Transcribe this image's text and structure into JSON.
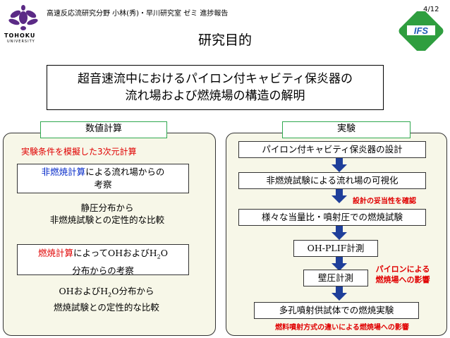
{
  "header": {
    "lab": "高速反応流研究分野 小林(秀)・早川研究室 ゼミ 進捗報告",
    "page": "4/12",
    "university": "TOHOKU",
    "university_sub": "UNIVERSITY",
    "ifs_logo": "IFS"
  },
  "title": "研究目的",
  "purpose": {
    "line1": "超音速流中におけるパイロン付キャビティ保炎器の",
    "line2": "流れ場および燃焼場の構造の解明"
  },
  "numerical": {
    "tag": "数値計算",
    "condition": "実験条件を模擬した3次元計算",
    "box1": {
      "highlight": "非燃焼計算",
      "rest1": "による流れ場からの",
      "line2": "考察"
    },
    "text1": {
      "line1": "静圧分布から",
      "line2": "非燃焼試験との定性的な比較"
    },
    "box2": {
      "highlight": "燃焼計算",
      "rest1": "によって",
      "oh": "OH",
      "and": "および",
      "h2o": "H",
      "sub2": "2",
      "o": "O",
      "line2": "分布からの考察"
    },
    "text2": {
      "l1a": "OH",
      "l1b": "および",
      "l1c": "H",
      "l1sub": "2",
      "l1d": "O",
      "l1e": "分布から",
      "line2": "燃焼試験との定性的な比較"
    }
  },
  "experiment": {
    "tag": "実験",
    "steps": [
      "パイロン付キャビティ保炎器の設計",
      "非燃焼試験による流れ場の可視化",
      "様々な当量比・噴射圧での燃焼試験",
      "OH-PLIF計測",
      "壁圧計測",
      "多孔噴射供試体での燃焼実験"
    ],
    "note_design": "設計の妥当性を確認",
    "note_pylon_1": "パイロンによる",
    "note_pylon_2": "燃焼場への影響",
    "note_fuel": "燃料噴射方式の違いによる燃焼場への影響"
  },
  "colors": {
    "red": "#e00000",
    "blue": "#0026c8",
    "tag_border": "#2fa84f",
    "panel_bg": "#f7f7e8",
    "arrow": "#1f3f9a",
    "tohoku_purple": "#5b2a86",
    "ifs_green": "#2f9e3f"
  }
}
